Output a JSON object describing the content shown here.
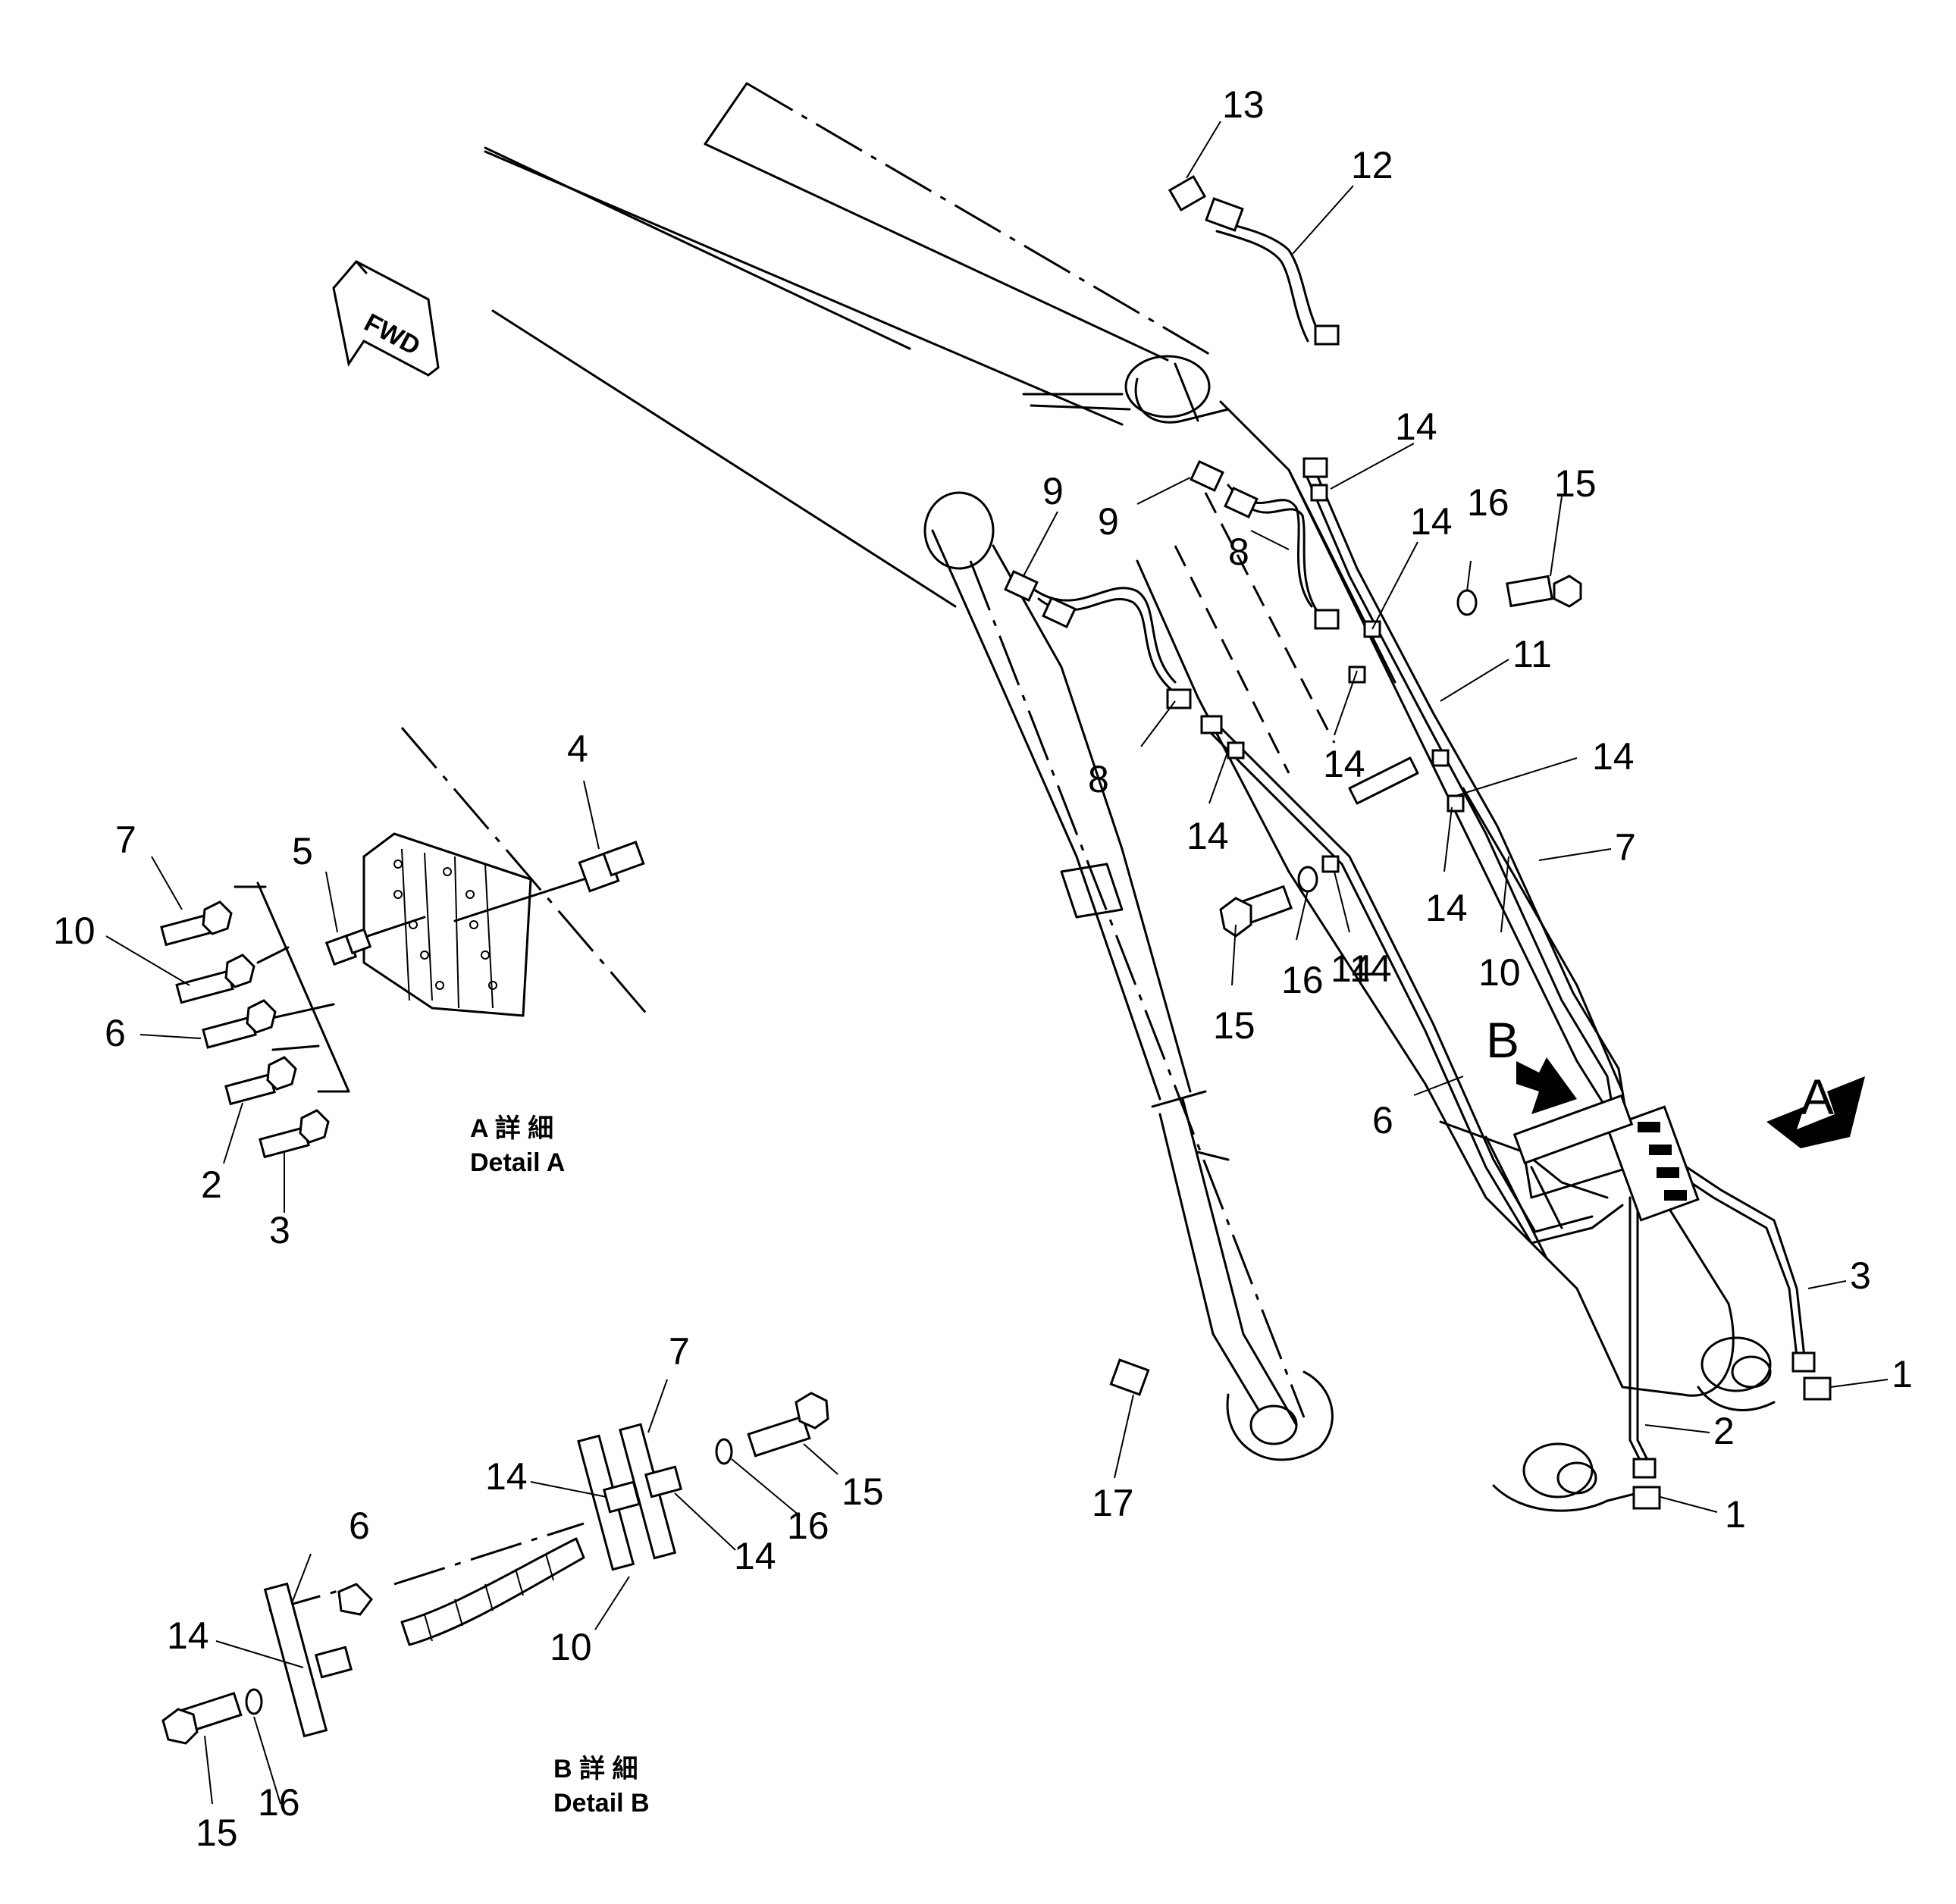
{
  "forward_arrow": {
    "label": "FWD"
  },
  "detail_a": {
    "letter": "A",
    "title_jp": "A 詳 細",
    "title_en": "Detail A"
  },
  "detail_b": {
    "letter": "B",
    "title_jp": "B 詳 細",
    "title_en": "Detail B"
  },
  "callouts": {
    "main": [
      "13",
      "12",
      "9",
      "9",
      "14",
      "8",
      "14",
      "16",
      "15",
      "11",
      "8",
      "14",
      "14",
      "14",
      "14",
      "14",
      "7",
      "10",
      "16",
      "14",
      "15",
      "6",
      "3",
      "1",
      "2",
      "1",
      "17"
    ],
    "detail_a": [
      "4",
      "7",
      "5",
      "10",
      "6",
      "2",
      "3"
    ],
    "detail_b": [
      "7",
      "14",
      "15",
      "16",
      "14",
      "6",
      "10",
      "14",
      "15",
      "16"
    ]
  },
  "colors": {
    "ink": "#000000",
    "paper": "#ffffff"
  },
  "icons": [
    "fwd-arrow-icon",
    "view-arrow-a-icon",
    "view-arrow-b-icon"
  ]
}
